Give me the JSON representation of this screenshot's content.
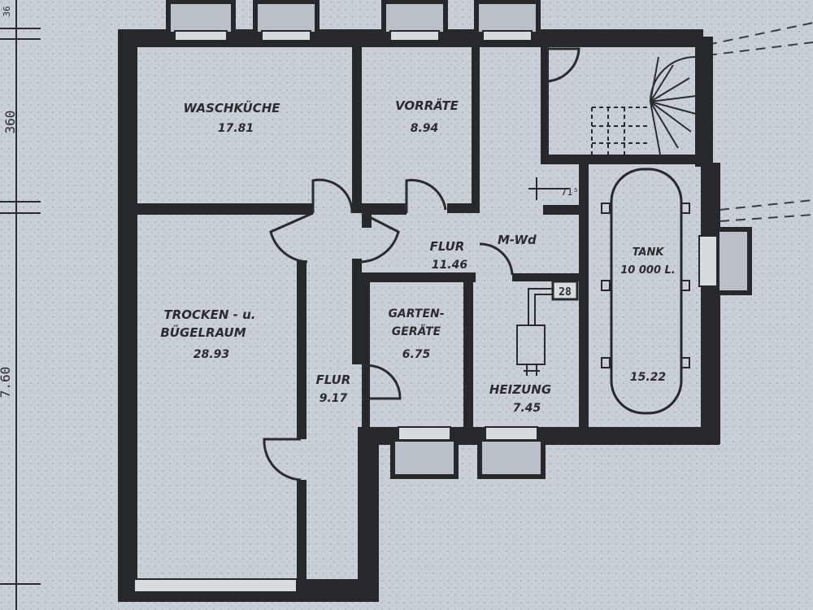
{
  "rooms": {
    "waschkueche": {
      "name": "WASCHKÜCHE",
      "area": "17.81"
    },
    "vorraete": {
      "name": "VORRÄTE",
      "area": "8.94"
    },
    "flur_upper": {
      "name": "FLUR",
      "area": "11.46"
    },
    "trocken": {
      "name_line1": "TROCKEN - u.",
      "name_line2": "BÜGELRAUM",
      "area": "28.93"
    },
    "gartengeraete": {
      "name_line1": "GARTEN-",
      "name_line2": "GERÄTE",
      "area": "6.75"
    },
    "flur_lower": {
      "name": "FLUR",
      "area": "9.17"
    },
    "heizung": {
      "name": "HEIZUNG",
      "area": "7.45"
    },
    "tank": {
      "name": "TANK",
      "capacity": "10 000 L.",
      "area": "15.22"
    }
  },
  "dimensions": {
    "left_upper": "360",
    "left_lower": "7.60",
    "stair_note": "71⁵",
    "top_corner": "36"
  },
  "handwriting": "M-Wd",
  "chimney_label": "28",
  "colors": {
    "paper": "#c9cfd6",
    "ink": "#26282c"
  }
}
